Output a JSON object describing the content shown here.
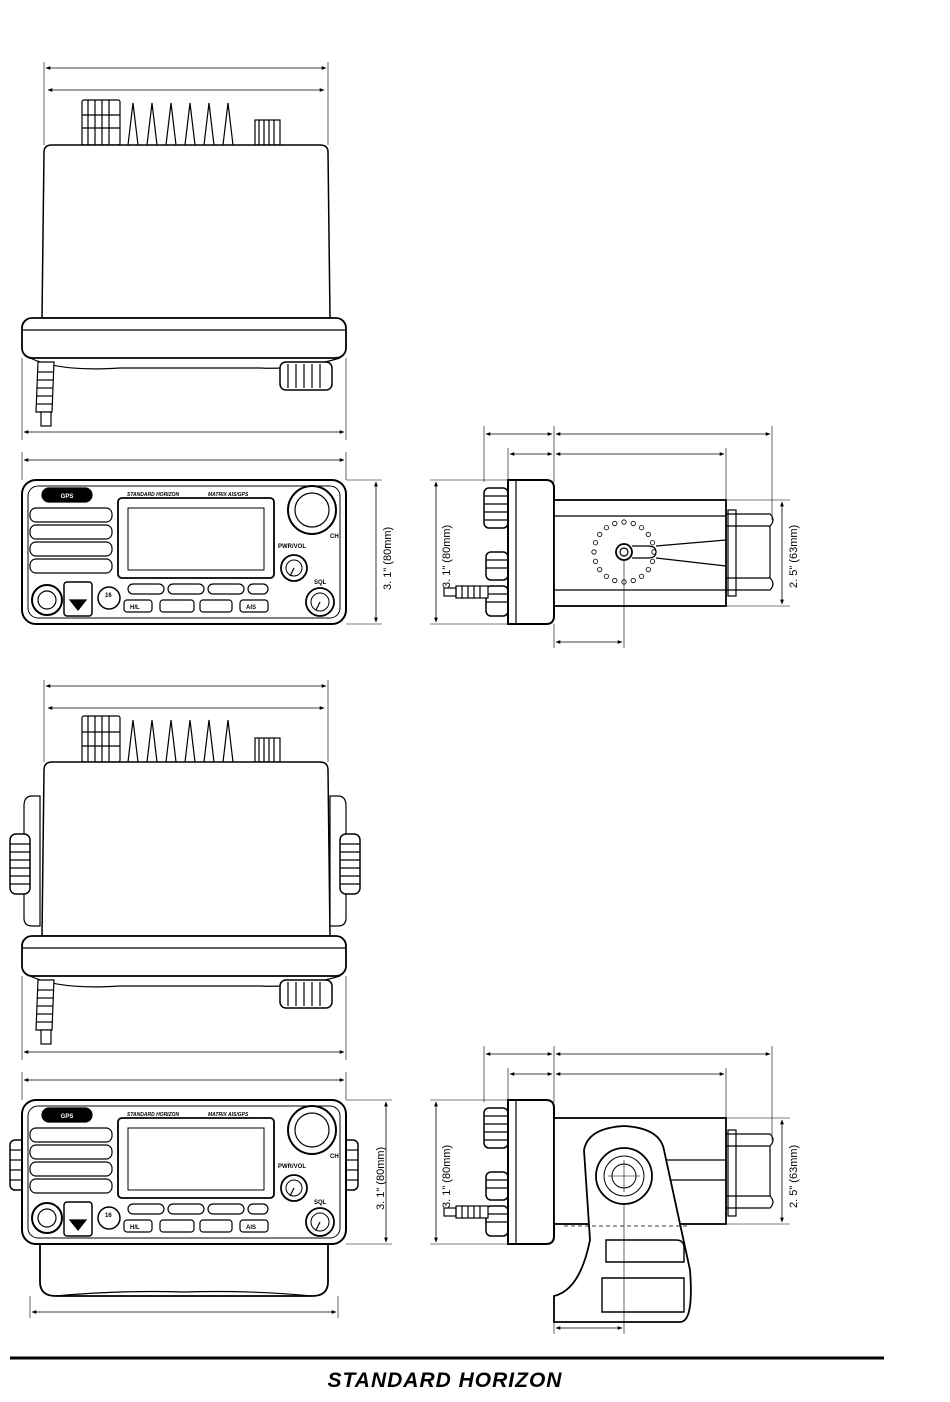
{
  "dimensions": {
    "height_front_1": "3. 1\" (80mm)",
    "height_side_1": "3. 1\" (80mm)",
    "depth_side_1": "2. 5\" (63mm)",
    "height_front_2": "3. 1\" (80mm)",
    "height_side_2": "3. 1\" (80mm)",
    "depth_side_2": "2. 5\" (63mm)"
  },
  "radio_labels": {
    "gps": "GPS",
    "brand_small": "STANDARD HORIZON",
    "model_small": "MATRIX AIS/GPS",
    "btn_hl": "H/L",
    "btn_ais": "AIS",
    "btn_16": "16",
    "pwr_vol": "PWR/VOL",
    "sql": "SQL",
    "ch": "CH"
  },
  "footer": {
    "brand": "STANDARD HORIZON"
  },
  "colors": {
    "line": "#000000",
    "background": "#ffffff"
  }
}
